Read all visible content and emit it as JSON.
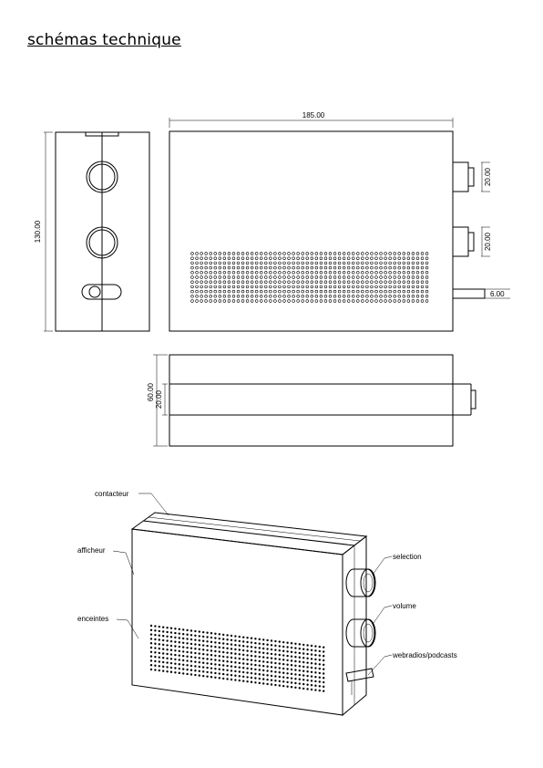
{
  "title": "schémas technique",
  "dimensions": {
    "width": "185.00",
    "height": "130.00",
    "knob1": "20.00",
    "knob2": "20.00",
    "switch": "6.00",
    "depth": "60.00",
    "depth_inner": "20.00"
  },
  "labels": {
    "contacteur": "contacteur",
    "afficheur": "afficheur",
    "enceintes": "enceintes",
    "selection": "selection",
    "volume": "volume",
    "webradios": "webradios/podcasts"
  }
}
